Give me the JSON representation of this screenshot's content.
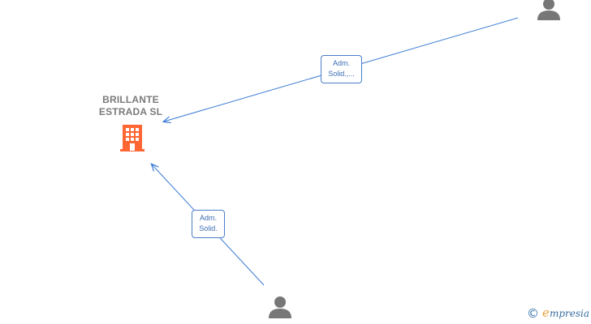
{
  "company": {
    "name_line1": "BRILLANTE",
    "name_line2": "ESTRADA  SL",
    "icon": "building-icon",
    "color": "#ff6633"
  },
  "relations": [
    {
      "label_line1": "Adm.",
      "label_line2": "Solid.,..."
    },
    {
      "label_line1": "Adm.",
      "label_line2": "Solid."
    }
  ],
  "persons": [
    {
      "icon": "person-icon"
    },
    {
      "icon": "person-icon"
    }
  ],
  "edge_color": "#3a7bd5",
  "person_color": "#777777",
  "brand": {
    "copyright": "©",
    "initial": "e",
    "name": "mpresia"
  }
}
